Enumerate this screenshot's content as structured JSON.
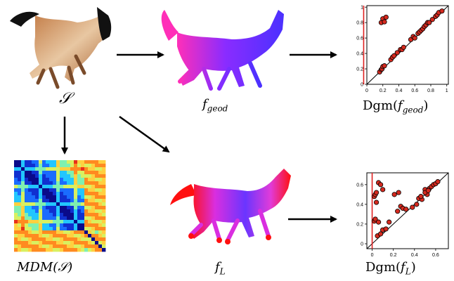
{
  "labels": {
    "shape": "𝒮",
    "geodesic_function": "f",
    "geodesic_subscript": "geod",
    "geodesic_diagram_prefix": "Dgm(",
    "geodesic_diagram_f": "f",
    "geodesic_diagram_sub": "geod",
    "geodesic_diagram_suffix": ")",
    "laplace_function": "f",
    "laplace_subscript": "L",
    "laplace_diagram_prefix": "Dgm(",
    "laplace_diagram_f": "f",
    "laplace_diagram_sub": "L",
    "laplace_diagram_suffix": ")",
    "matrix": "MDM(𝒮)"
  },
  "colors": {
    "persistence_point": "#d42a1f",
    "vertical_line": "#e02020",
    "horse_geod_start": "#ff2fb8",
    "horse_geod_end": "#4b31ff",
    "horse_l_main": "#e13bd9",
    "horse_l_accent": "#ff1010"
  },
  "chart_data": [
    {
      "type": "scatter",
      "name": "geod",
      "xlim": [
        0,
        1.02
      ],
      "ylim": [
        0,
        1.02
      ],
      "xticks": [
        "0",
        "0.2",
        "0.4",
        "0.6",
        "0.8",
        "1"
      ],
      "yticks": [
        "0",
        "0.2",
        "0.4",
        "0.6",
        "0.8",
        "1"
      ],
      "vline_x": -0.04,
      "points": [
        [
          0.16,
          0.16
        ],
        [
          0.18,
          0.19
        ],
        [
          0.19,
          0.2
        ],
        [
          0.2,
          0.23
        ],
        [
          0.22,
          0.24
        ],
        [
          0.3,
          0.32
        ],
        [
          0.32,
          0.35
        ],
        [
          0.34,
          0.37
        ],
        [
          0.38,
          0.41
        ],
        [
          0.42,
          0.45
        ],
        [
          0.44,
          0.45
        ],
        [
          0.46,
          0.48
        ],
        [
          0.55,
          0.58
        ],
        [
          0.58,
          0.62
        ],
        [
          0.6,
          0.6
        ],
        [
          0.64,
          0.66
        ],
        [
          0.66,
          0.68
        ],
        [
          0.68,
          0.7
        ],
        [
          0.7,
          0.72
        ],
        [
          0.72,
          0.75
        ],
        [
          0.74,
          0.77
        ],
        [
          0.76,
          0.8
        ],
        [
          0.78,
          0.8
        ],
        [
          0.82,
          0.84
        ],
        [
          0.86,
          0.88
        ],
        [
          0.88,
          0.9
        ],
        [
          0.9,
          0.93
        ],
        [
          0.94,
          0.95
        ],
        [
          0.18,
          0.8
        ],
        [
          0.2,
          0.85
        ],
        [
          0.22,
          0.81
        ],
        [
          0.24,
          0.87
        ]
      ]
    },
    {
      "type": "scatter",
      "name": "L",
      "xlim": [
        -0.05,
        0.72
      ],
      "ylim": [
        -0.05,
        0.72
      ],
      "xticks": [
        "0",
        "0.2",
        "0.4",
        "0.6"
      ],
      "yticks": [
        "0",
        "0.2",
        "0.4",
        "0.6"
      ],
      "vline_x": 0,
      "points": [
        [
          0.02,
          0.48
        ],
        [
          0.03,
          0.5
        ],
        [
          0.04,
          0.52
        ],
        [
          0.06,
          0.62
        ],
        [
          0.08,
          0.6
        ],
        [
          0.1,
          0.55
        ],
        [
          0.02,
          0.23
        ],
        [
          0.03,
          0.25
        ],
        [
          0.06,
          0.22
        ],
        [
          0.04,
          0.42
        ],
        [
          0.05,
          0.08
        ],
        [
          0.08,
          0.1
        ],
        [
          0.1,
          0.14
        ],
        [
          0.13,
          0.15
        ],
        [
          0.16,
          0.22
        ],
        [
          0.21,
          0.5
        ],
        [
          0.25,
          0.52
        ],
        [
          0.24,
          0.33
        ],
        [
          0.27,
          0.38
        ],
        [
          0.29,
          0.36
        ],
        [
          0.32,
          0.35
        ],
        [
          0.38,
          0.37
        ],
        [
          0.42,
          0.4
        ],
        [
          0.44,
          0.46
        ],
        [
          0.47,
          0.45
        ],
        [
          0.5,
          0.55
        ],
        [
          0.52,
          0.5
        ],
        [
          0.54,
          0.56
        ],
        [
          0.56,
          0.58
        ],
        [
          0.58,
          0.6
        ],
        [
          0.6,
          0.61
        ],
        [
          0.62,
          0.63
        ],
        [
          0.46,
          0.48
        ],
        [
          0.5,
          0.52
        ],
        [
          0.53,
          0.54
        ]
      ]
    }
  ]
}
